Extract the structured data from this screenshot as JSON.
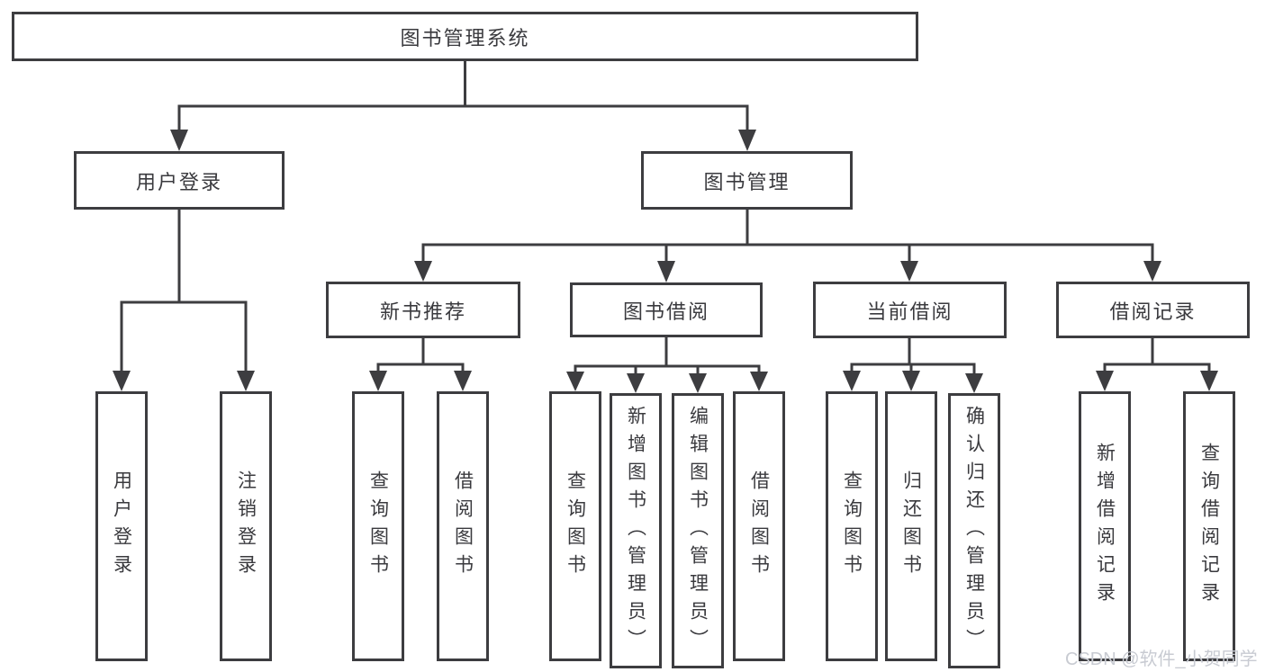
{
  "tree": {
    "label": "图书管理系统",
    "children": [
      {
        "label": "用户登录",
        "children": [
          {
            "label": "用户登录"
          },
          {
            "label": "注销登录"
          }
        ]
      },
      {
        "label": "图书管理",
        "children": [
          {
            "label": "新书推荐",
            "children": [
              {
                "label": "查询图书"
              },
              {
                "label": "借阅图书"
              }
            ]
          },
          {
            "label": "图书借阅",
            "children": [
              {
                "label": "查询图书"
              },
              {
                "label": "新增图书（管理员）"
              },
              {
                "label": "编辑图书（管理员）"
              },
              {
                "label": "借阅图书"
              }
            ]
          },
          {
            "label": "当前借阅",
            "children": [
              {
                "label": "查询图书"
              },
              {
                "label": "归还图书"
              },
              {
                "label": "确认归还（管理员）"
              }
            ]
          },
          {
            "label": "借阅记录",
            "children": [
              {
                "label": "新增借阅记录"
              },
              {
                "label": "查询借阅记录"
              }
            ]
          }
        ]
      }
    ]
  },
  "watermark": "CSDN @软件_小贺同学",
  "colors": {
    "line": "#3d3d40",
    "text": "#3a3a3e",
    "box_background": "#ffffff",
    "watermark": "#c8cbd2"
  }
}
